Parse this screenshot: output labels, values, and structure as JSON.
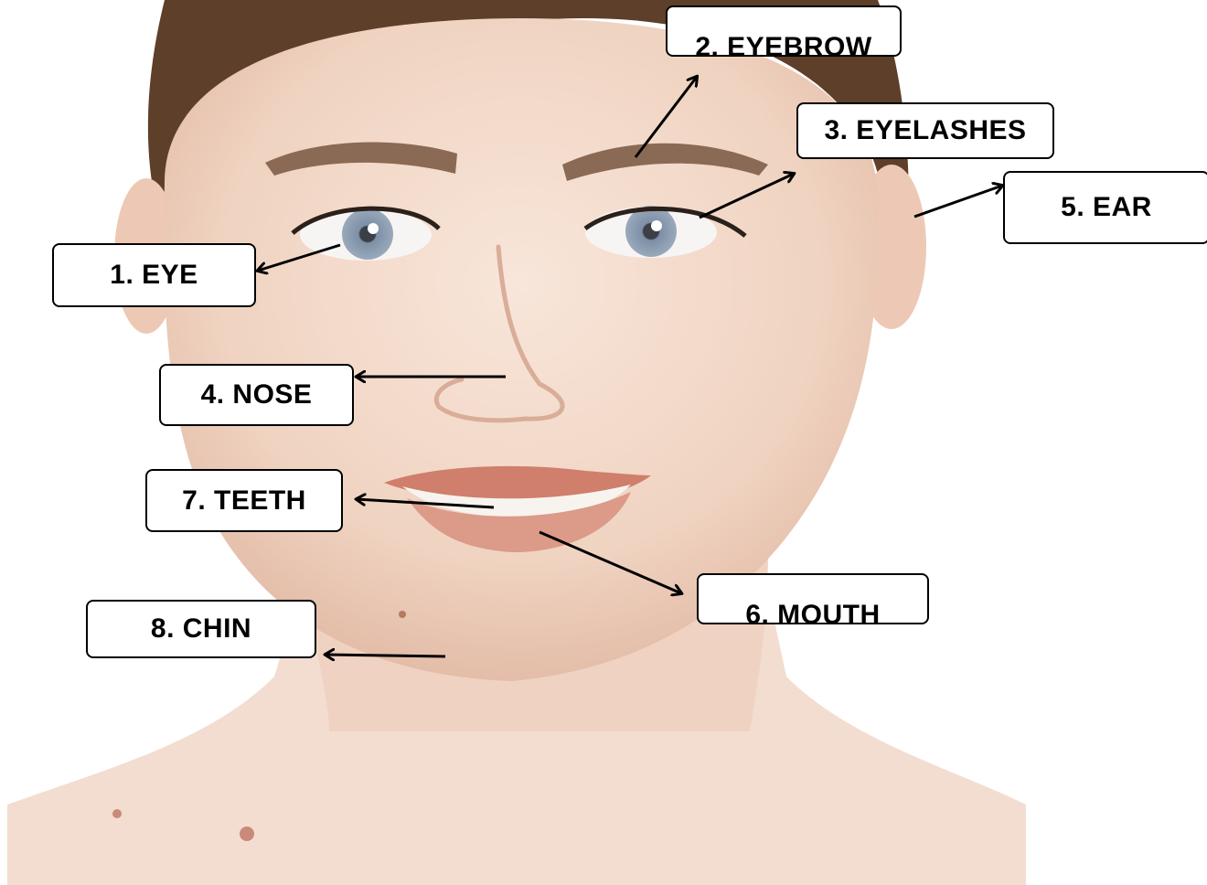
{
  "labels": {
    "eye": "1.  EYE",
    "eyebrow": "2. EYEBROW",
    "eyelashes": "3. EYELASHES",
    "nose": "4. NOSE",
    "ear": "5. EAR",
    "mouth": "6. MOUTH",
    "teeth": "7. TEETH",
    "chin": "8. CHIN"
  },
  "colors": {
    "skin": "#f3d9c9",
    "skin_shadow": "#e8c2ae",
    "hair": "#6b4a33",
    "brow": "#8a6a55",
    "iris": "#8a9bb0",
    "lips": "#d98f7e",
    "arrow": "#000000"
  }
}
